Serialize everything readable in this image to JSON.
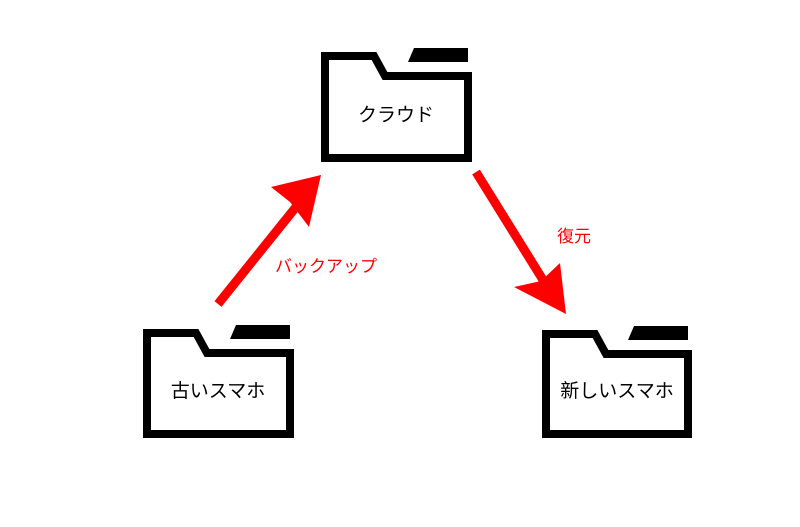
{
  "colors": {
    "folder_stroke": "#000000",
    "arrow": "#ff0000",
    "background": "#ffffff"
  },
  "nodes": {
    "cloud": {
      "label": "クラウド",
      "icon": "folder-icon"
    },
    "old_phone": {
      "label": "古いスマホ",
      "icon": "folder-icon"
    },
    "new_phone": {
      "label": "新しいスマホ",
      "icon": "folder-icon"
    }
  },
  "edges": {
    "backup": {
      "label": "バックアップ",
      "from": "old_phone",
      "to": "cloud"
    },
    "restore": {
      "label": "復元",
      "from": "cloud",
      "to": "new_phone"
    }
  }
}
